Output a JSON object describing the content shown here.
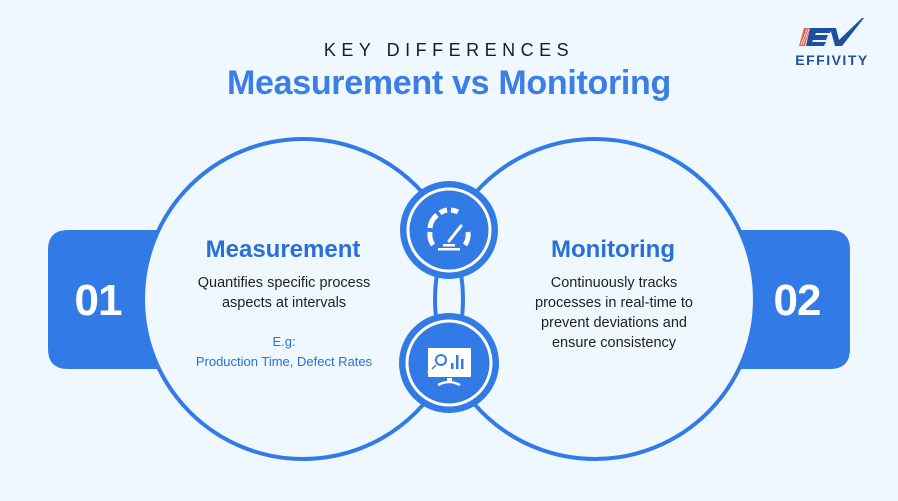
{
  "header": {
    "eyebrow": "KEY DIFFERENCES",
    "title": "Measurement vs Monitoring"
  },
  "logo": {
    "mark": "EV",
    "text": "EFFIVITY",
    "colors": {
      "navy": "#1d4fa3",
      "orange": "#e8603c"
    }
  },
  "colors": {
    "background": "#eef8fe",
    "accent": "#327ae6",
    "heading": "#2a6fd8",
    "body_text": "#1f1f1f"
  },
  "items": [
    {
      "number": "01",
      "heading": "Measurement",
      "description_lines": [
        "Quantifies specific process",
        "aspects at intervals"
      ],
      "example_label": "E.g:",
      "example_value": "Production Time, Defect Rates",
      "icon": "speedometer-icon"
    },
    {
      "number": "02",
      "heading": "Monitoring",
      "description_lines": [
        "Continuously tracks",
        "processes in real-time to",
        "prevent deviations and",
        "ensure consistency"
      ],
      "icon": "monitor-analytics-icon"
    }
  ]
}
